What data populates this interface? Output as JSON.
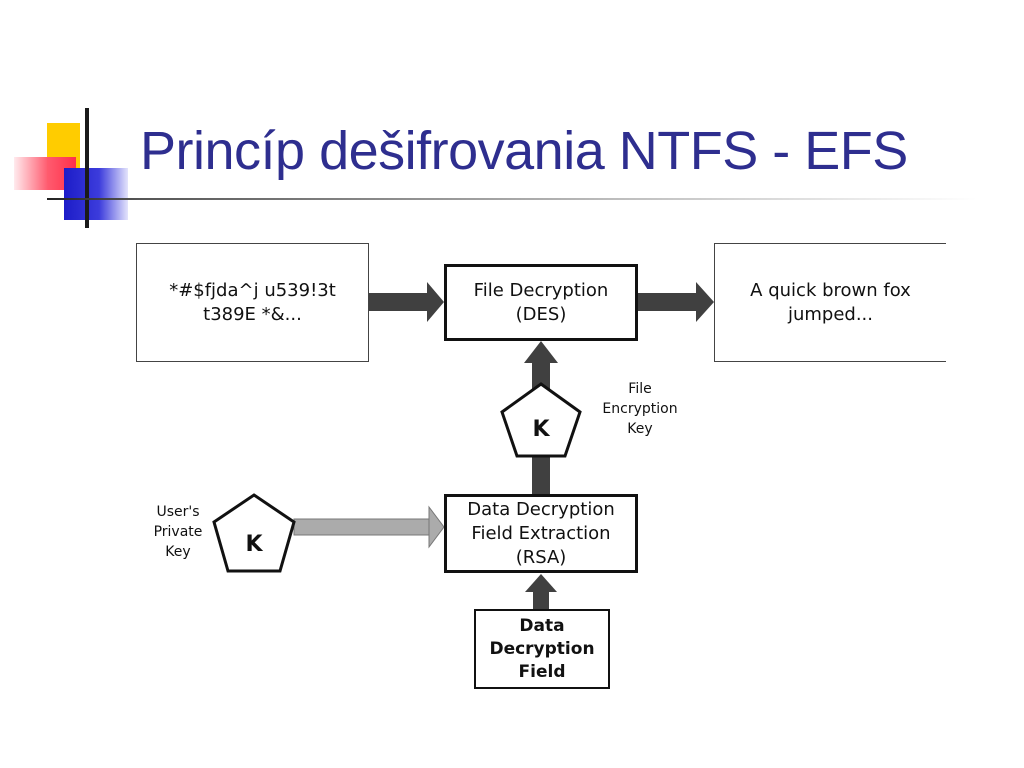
{
  "slide": {
    "title": "Princíp dešifrovania NTFS - EFS"
  },
  "diagram": {
    "encrypted_text": {
      "line1": "*#$fjda^j u539!3t",
      "line2": "t389E *&..."
    },
    "file_decryption": {
      "line1": "File Decryption",
      "line2": "(DES)"
    },
    "plain_text": {
      "line1": "A quick brown fox",
      "line2": "jumped..."
    },
    "ddf_extraction": {
      "line1": "Data Decryption",
      "line2": "Field Extraction",
      "line3": "(RSA)"
    },
    "ddf": {
      "line1": "Data",
      "line2": "Decryption",
      "line3": "Field"
    },
    "file_encryption_key": {
      "symbol": "K",
      "label": {
        "line1": "File",
        "line2": "Encryption",
        "line3": "Key"
      }
    },
    "users_private_key": {
      "symbol": "K",
      "label": {
        "line1": "User's",
        "line2": "Private",
        "line3": "Key"
      }
    }
  }
}
